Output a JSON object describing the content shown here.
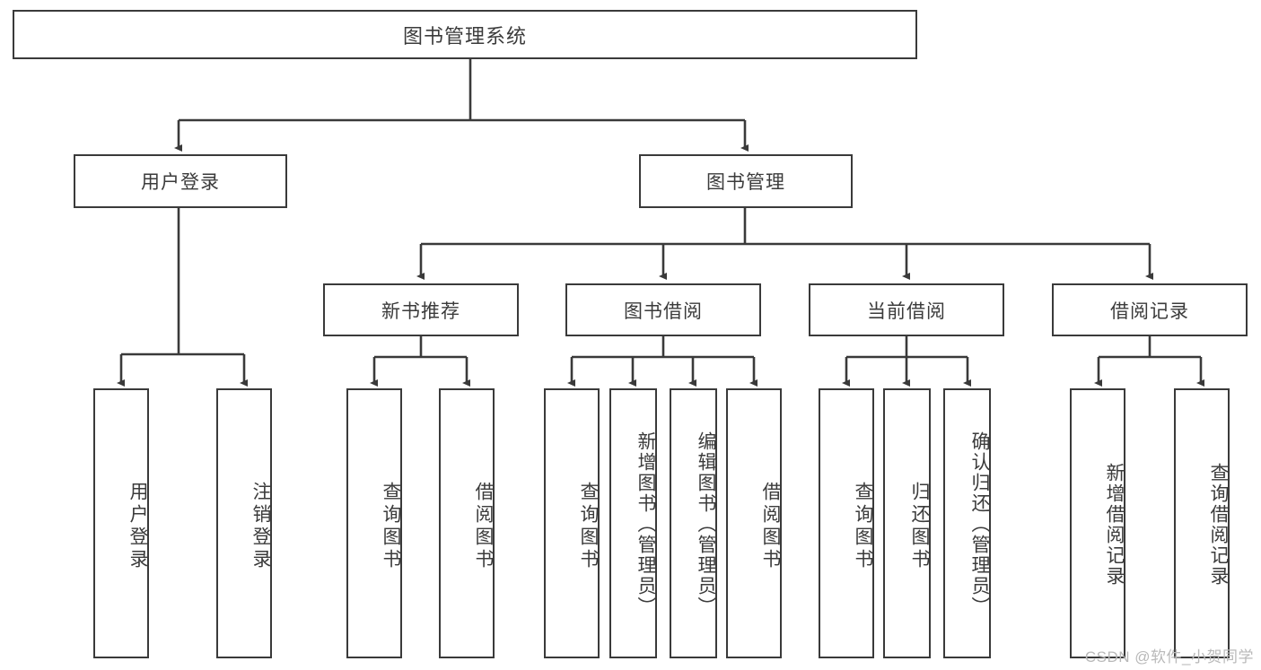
{
  "diagram": {
    "title": "图书管理系统",
    "type": "功能结构图",
    "colors": {
      "background": "#ffffff",
      "box_border": "#3a3a3a",
      "box_fill": "#ffffff",
      "text": "#3b3b3b",
      "edge": "#3a3a3a",
      "watermark": "#b9b9b9"
    },
    "root": {
      "label": "图书管理系统"
    },
    "level2": [
      {
        "id": "user-login",
        "label": "用户登录"
      },
      {
        "id": "book-manage",
        "label": "图书管理"
      }
    ],
    "level3": [
      {
        "id": "new-book-recommend",
        "label": "新书推荐"
      },
      {
        "id": "book-borrow",
        "label": "图书借阅"
      },
      {
        "id": "current-borrow",
        "label": "当前借阅"
      },
      {
        "id": "borrow-record",
        "label": "借阅记录"
      }
    ],
    "leaves": {
      "user_login": [
        {
          "id": "leaf-user-login",
          "label": "用户登录"
        },
        {
          "id": "leaf-logout",
          "label": "注销登录"
        }
      ],
      "new_book_recommend": [
        {
          "id": "leaf-query-book-1",
          "label": "查询图书"
        },
        {
          "id": "leaf-borrow-book-1",
          "label": "借阅图书"
        }
      ],
      "book_borrow": [
        {
          "id": "leaf-query-book-2",
          "label": "查询图书"
        },
        {
          "id": "leaf-add-book",
          "label": "新增图书（管理员）"
        },
        {
          "id": "leaf-edit-book",
          "label": "编辑图书（管理员）"
        },
        {
          "id": "leaf-borrow-book-2",
          "label": "借阅图书"
        }
      ],
      "current_borrow": [
        {
          "id": "leaf-query-book-3",
          "label": "查询图书"
        },
        {
          "id": "leaf-return-book",
          "label": "归还图书"
        },
        {
          "id": "leaf-confirm-return",
          "label": "确认归还（管理员）"
        }
      ],
      "borrow_record": [
        {
          "id": "leaf-add-record",
          "label": "新增借阅记录"
        },
        {
          "id": "leaf-query-record",
          "label": "查询借阅记录"
        }
      ]
    },
    "watermark": "CSDN @软件_小贺同学"
  }
}
